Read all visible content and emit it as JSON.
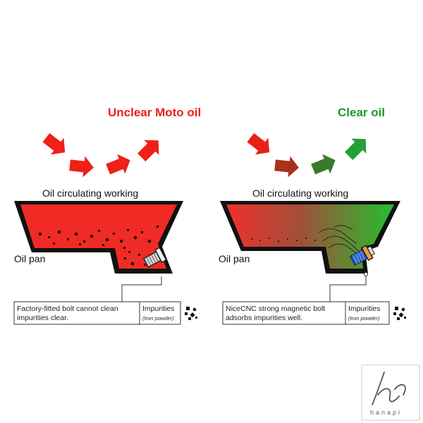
{
  "left_panel": {
    "title": "Unclear Moto oil",
    "circulation_label": "Oil circulating working",
    "pan_label": "Oil pan",
    "caption_line1": "Factory-fitted bolt cannot clean",
    "caption_line2": "impurities clear.",
    "impurity_label": "Impurities",
    "impurity_sub": "(Iron powder)",
    "title_color": "#e8201c"
  },
  "right_panel": {
    "title": "Clear oil",
    "circulation_label": "Oil circulating working",
    "pan_label": "Oil pan",
    "caption_line1": "NiceCNC strong magnetic bolt",
    "caption_line2": "adsorbs impurities well.",
    "impurity_label": "Impurities",
    "impurity_sub": "(Iron powder)",
    "title_color": "#1f9a2e"
  },
  "watermark": {
    "text": "hanapi"
  },
  "icons": {
    "impurity": "particle-cluster-icon",
    "bolt": "drain-bolt-icon",
    "magnet_bolt": "magnetic-bolt-icon",
    "arrow": "curved-arrow-icon"
  }
}
